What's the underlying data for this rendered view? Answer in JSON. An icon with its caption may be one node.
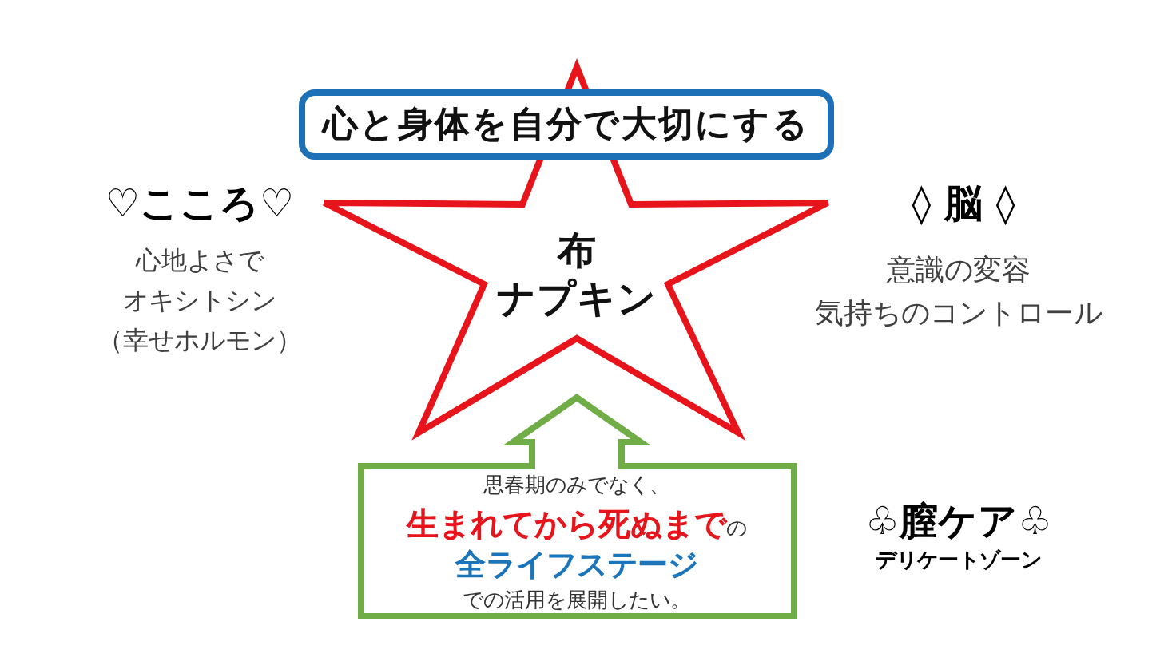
{
  "diagram": {
    "nodes": [
      {
        "text": [
          "心と身体を自分で大切にする"
        ]
      },
      {
        "text": [
          "布",
          "ナプキン"
        ]
      },
      {
        "text": [
          "思春期のみでなく、**生まれてから死ぬまで**の**全ライフステージ**での活用を展開したい。"
        ]
      }
    ],
    "labels": [
      "♡こころ♡",
      "心地よさで",
      "オキシトシン",
      "（幸せホルモン）",
      "◊ 脳 ◊",
      "意識の変容",
      "気持ちのコントロール",
      "♧膣ケア♧",
      "デリケートゾーン"
    ]
  }
}
